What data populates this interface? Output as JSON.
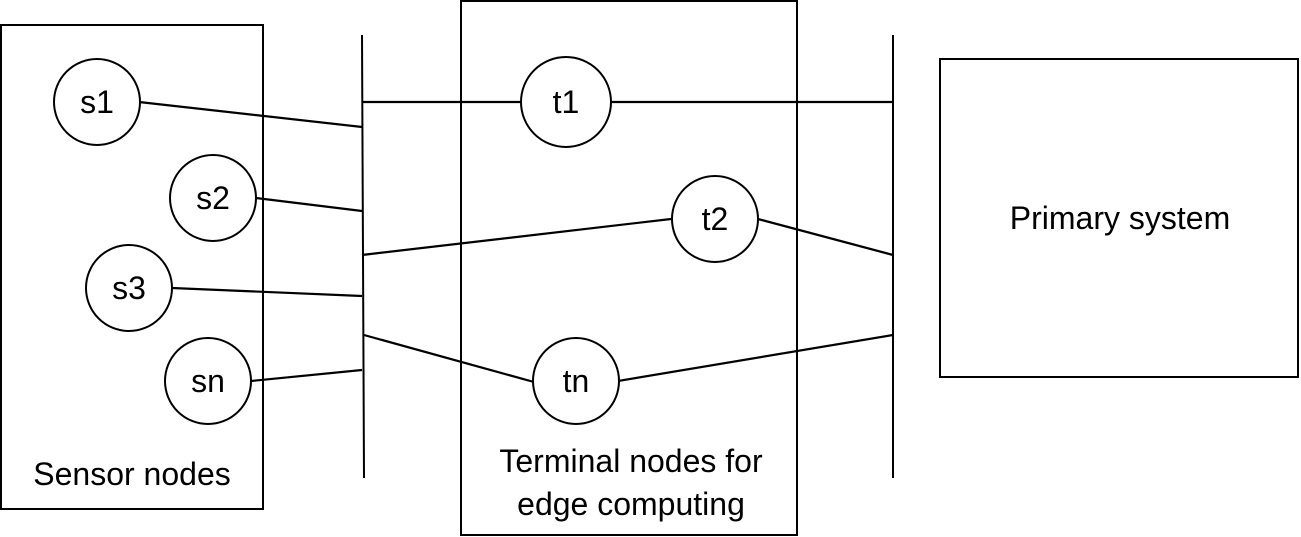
{
  "groups": {
    "sensor": "Sensor nodes",
    "terminal_line1": "Terminal nodes for",
    "terminal_line2": "edge computing",
    "primary": "Primary system"
  },
  "sensor_nodes": [
    "s1",
    "s2",
    "s3",
    "sn"
  ],
  "terminal_nodes": [
    "t1",
    "t2",
    "tn"
  ]
}
